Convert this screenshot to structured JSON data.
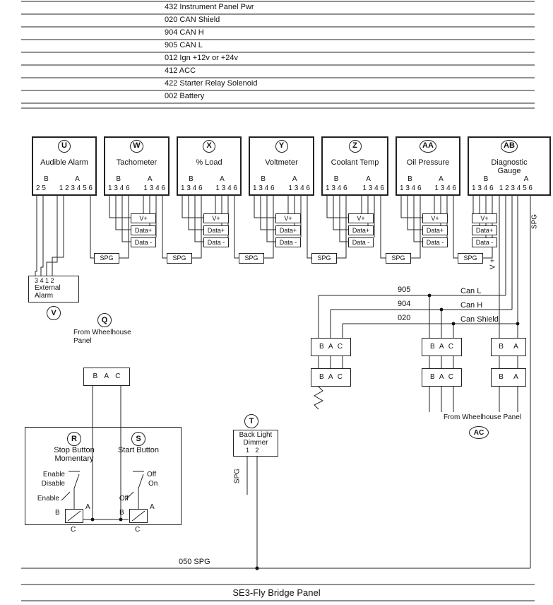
{
  "colors": {
    "ink": "#111111",
    "line": "#222222"
  },
  "bus_labels": [
    "432 Instrument Panel Pwr",
    "020 CAN Shield",
    "904 CAN H",
    "905 CAN L",
    "012 Ign +12v or +24v",
    "412 ACC",
    "422 Starter Relay Solenoid",
    "002 Battery"
  ],
  "pin_labels": {
    "b": "B",
    "a": "A"
  },
  "gauges": [
    {
      "id": "U",
      "name": "Audible Alarm",
      "b_pins": "2 5",
      "a_pins": "1 2 3 4 5 6"
    },
    {
      "id": "W",
      "name": "Tachometer",
      "b_pins": "1 3 4 6",
      "a_pins": "1 3 4 6"
    },
    {
      "id": "X",
      "name": "% Load",
      "b_pins": "1 3 4 6",
      "a_pins": "1 3 4 6"
    },
    {
      "id": "Y",
      "name": "Voltmeter",
      "b_pins": "1 3 4 6",
      "a_pins": "1 3 4 6"
    },
    {
      "id": "Z",
      "name": "Coolant Temp",
      "b_pins": "1 3 4 6",
      "a_pins": "1 3 4 6"
    },
    {
      "id": "AA",
      "name": "Oil Pressure",
      "b_pins": "1 3 4 6",
      "a_pins": "1 3 4 6"
    },
    {
      "id": "AB",
      "name": "Diagnostic Gauge",
      "b_pins": "1 3 4 6",
      "a_pins": "1 2 3 4 5 6"
    }
  ],
  "stubs": {
    "vplus": "V+",
    "data_plus": "Data+",
    "data_minus": "Data -",
    "spg": "SPG"
  },
  "external_alarm": {
    "pins": "3 4 1 2",
    "line1": "External",
    "line2": "Alarm",
    "id": "V"
  },
  "wheelhouse": {
    "id": "Q",
    "line1": "From Wheelhouse",
    "line2": "Panel",
    "pins": "B A C"
  },
  "can": {
    "rows": [
      {
        "code": "905",
        "name": "Can L"
      },
      {
        "code": "904",
        "name": "Can H"
      },
      {
        "code": "020",
        "name": "Can Shield"
      }
    ],
    "bac": "B A C",
    "ba": "B A",
    "caption": "From Wheelhouse Panel",
    "id": "AC",
    "vplus_vert": "V +",
    "spg_vert": "SPG"
  },
  "stop_button": {
    "id": "R",
    "line1": "Stop Button",
    "line2": "Momentary",
    "pos_top": "Enable",
    "pos_bottom": "Disable",
    "selected": "Enable",
    "a": "A",
    "b": "B",
    "c": "C"
  },
  "start_button": {
    "id": "S",
    "name": "Start Button",
    "pos_top": "Off",
    "pos_bottom": "On",
    "selected": "Off",
    "a": "A",
    "b": "B",
    "c": "C"
  },
  "dimmer": {
    "id": "T",
    "line1": "Back Light",
    "line2": "Dimmer",
    "pins": "1 2",
    "spg_vert": "SPG"
  },
  "bottom": {
    "spg_line": "050 SPG",
    "title": "SE3-Fly Bridge Panel"
  }
}
